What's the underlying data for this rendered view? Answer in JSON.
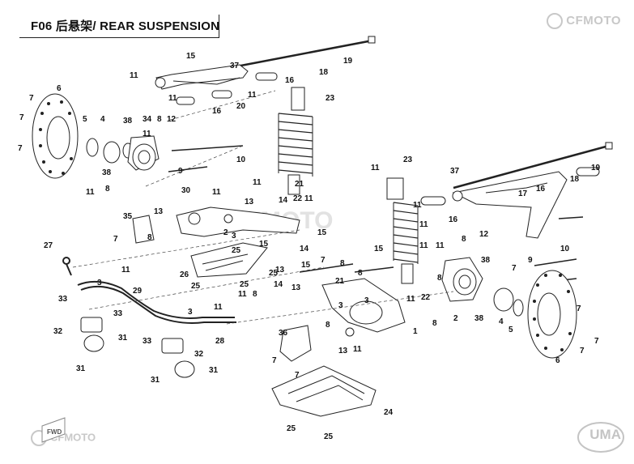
{
  "header": {
    "code": "F06",
    "title": "后悬架/ REAR SUSPENSION"
  },
  "brand": {
    "top_right": "CFMOTO",
    "bottom_left": "CFMOTO",
    "bottom_right": "UMA",
    "watermark": "CFMOTO",
    "fwd": "FWD"
  },
  "callouts": [
    {
      "id": "c15a",
      "label": "15"
    },
    {
      "id": "c37a",
      "label": "37"
    },
    {
      "id": "c19a",
      "label": "19"
    },
    {
      "id": "c11a",
      "label": "11"
    },
    {
      "id": "c18a",
      "label": "18"
    },
    {
      "id": "c16a",
      "label": "16"
    },
    {
      "id": "c6a",
      "label": "6"
    },
    {
      "id": "c11b",
      "label": "11"
    },
    {
      "id": "c11c",
      "label": "11"
    },
    {
      "id": "c23a",
      "label": "23"
    },
    {
      "id": "c7a",
      "label": "7"
    },
    {
      "id": "c16b",
      "label": "16"
    },
    {
      "id": "c20",
      "label": "20"
    },
    {
      "id": "c5a",
      "label": "5"
    },
    {
      "id": "c4a",
      "label": "4"
    },
    {
      "id": "c38a",
      "label": "38"
    },
    {
      "id": "c34",
      "label": "34"
    },
    {
      "id": "c8a",
      "label": "8"
    },
    {
      "id": "c12a",
      "label": "12"
    },
    {
      "id": "c7b",
      "label": "7"
    },
    {
      "id": "c11d",
      "label": "11"
    },
    {
      "id": "c7c",
      "label": "7"
    },
    {
      "id": "c10a",
      "label": "10"
    },
    {
      "id": "c38b",
      "label": "38"
    },
    {
      "id": "c9a",
      "label": "9"
    },
    {
      "id": "c11e",
      "label": "11"
    },
    {
      "id": "c8b",
      "label": "8"
    },
    {
      "id": "c30",
      "label": "30"
    },
    {
      "id": "c11f",
      "label": "11"
    },
    {
      "id": "c13a",
      "label": "13"
    },
    {
      "id": "c11g",
      "label": "11"
    },
    {
      "id": "c21a",
      "label": "21"
    },
    {
      "id": "c22a",
      "label": "22"
    },
    {
      "id": "c35",
      "label": "35"
    },
    {
      "id": "c13b",
      "label": "13"
    },
    {
      "id": "c14a",
      "label": "14"
    },
    {
      "id": "c11h",
      "label": "11"
    },
    {
      "id": "c7d",
      "label": "7"
    },
    {
      "id": "c8c",
      "label": "8"
    },
    {
      "id": "c2a",
      "label": "2"
    },
    {
      "id": "c3a",
      "label": "3"
    },
    {
      "id": "c15b",
      "label": "15"
    },
    {
      "id": "c27",
      "label": "27"
    },
    {
      "id": "c25a",
      "label": "25"
    },
    {
      "id": "c25b",
      "label": "25"
    },
    {
      "id": "c11i",
      "label": "11"
    },
    {
      "id": "c26",
      "label": "26"
    },
    {
      "id": "c25c",
      "label": "25"
    },
    {
      "id": "c25d",
      "label": "25"
    },
    {
      "id": "c3b",
      "label": "3"
    },
    {
      "id": "c29",
      "label": "29"
    },
    {
      "id": "c33a",
      "label": "33"
    },
    {
      "id": "c33b",
      "label": "33"
    },
    {
      "id": "c3c",
      "label": "3"
    },
    {
      "id": "c11j",
      "label": "11"
    },
    {
      "id": "c32a",
      "label": "32"
    },
    {
      "id": "c31a",
      "label": "31"
    },
    {
      "id": "c28",
      "label": "28"
    },
    {
      "id": "c33c",
      "label": "33"
    },
    {
      "id": "c32b",
      "label": "32"
    },
    {
      "id": "c31b",
      "label": "31"
    },
    {
      "id": "c31c",
      "label": "31"
    },
    {
      "id": "c31d",
      "label": "31"
    },
    {
      "id": "c23b",
      "label": "23"
    },
    {
      "id": "c11k",
      "label": "11"
    },
    {
      "id": "c37b",
      "label": "37"
    },
    {
      "id": "c19b",
      "label": "19"
    },
    {
      "id": "c18b",
      "label": "18"
    },
    {
      "id": "c17",
      "label": "17"
    },
    {
      "id": "c16c",
      "label": "16"
    },
    {
      "id": "c11l",
      "label": "11"
    },
    {
      "id": "c16d",
      "label": "16"
    },
    {
      "id": "c11m",
      "label": "11"
    },
    {
      "id": "c11n",
      "label": "11"
    },
    {
      "id": "c11o",
      "label": "11"
    },
    {
      "id": "c14b",
      "label": "14"
    },
    {
      "id": "c15c",
      "label": "15"
    },
    {
      "id": "c8d",
      "label": "8"
    },
    {
      "id": "c12b",
      "label": "12"
    },
    {
      "id": "c38c",
      "label": "38"
    },
    {
      "id": "c10b",
      "label": "10"
    },
    {
      "id": "c15d",
      "label": "15"
    },
    {
      "id": "c15e",
      "label": "15"
    },
    {
      "id": "c7e",
      "label": "7"
    },
    {
      "id": "c8e",
      "label": "8"
    },
    {
      "id": "c9b",
      "label": "9"
    },
    {
      "id": "c7f",
      "label": "7"
    },
    {
      "id": "c13c",
      "label": "13"
    },
    {
      "id": "c8f",
      "label": "8"
    },
    {
      "id": "c8g",
      "label": "8"
    },
    {
      "id": "c21b",
      "label": "21"
    },
    {
      "id": "c11p",
      "label": "11"
    },
    {
      "id": "c8h",
      "label": "8"
    },
    {
      "id": "c14c",
      "label": "14"
    },
    {
      "id": "c13d",
      "label": "13"
    },
    {
      "id": "c22b",
      "label": "22"
    },
    {
      "id": "c2b",
      "label": "2"
    },
    {
      "id": "c3d",
      "label": "3"
    },
    {
      "id": "c11q",
      "label": "11"
    },
    {
      "id": "c8i",
      "label": "8"
    },
    {
      "id": "c3e",
      "label": "3"
    },
    {
      "id": "c8j",
      "label": "8"
    },
    {
      "id": "c38d",
      "label": "38"
    },
    {
      "id": "c4b",
      "label": "4"
    },
    {
      "id": "c5b",
      "label": "5"
    },
    {
      "id": "c7g",
      "label": "7"
    },
    {
      "id": "c7h",
      "label": "7"
    },
    {
      "id": "c7i",
      "label": "7"
    },
    {
      "id": "c6b",
      "label": "6"
    },
    {
      "id": "c1",
      "label": "1"
    },
    {
      "id": "c36",
      "label": "36"
    },
    {
      "id": "c7j",
      "label": "7"
    },
    {
      "id": "c13e",
      "label": "13"
    },
    {
      "id": "c11r",
      "label": "11"
    },
    {
      "id": "c7k",
      "label": "7"
    },
    {
      "id": "c24",
      "label": "24"
    },
    {
      "id": "c25e",
      "label": "25"
    },
    {
      "id": "c25f",
      "label": "25"
    }
  ]
}
